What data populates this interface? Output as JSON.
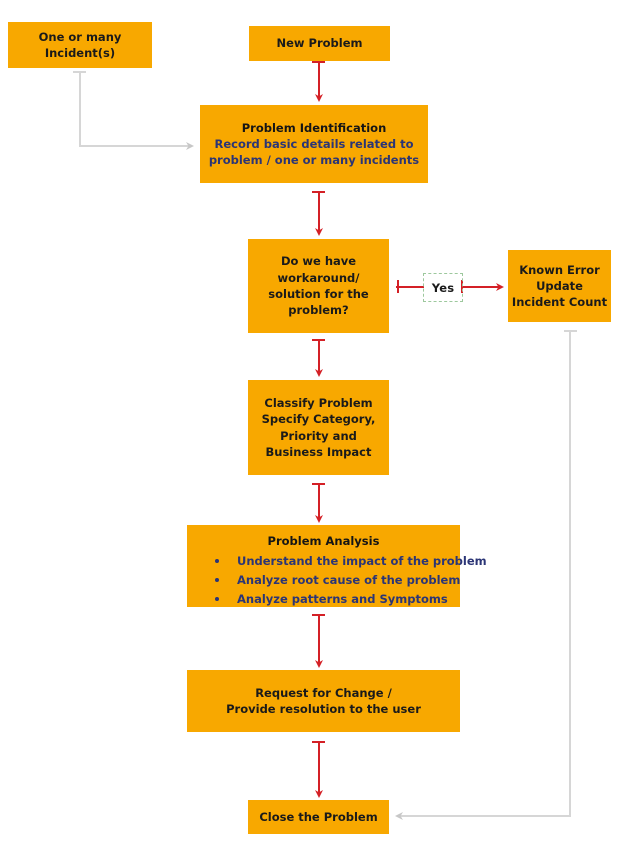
{
  "diagram": {
    "title": "Problem Management Process Flow",
    "colors": {
      "node_fill": "#f8a800",
      "primary_arrow": "#d42026",
      "secondary_arrow": "#cccccc",
      "heading_text": "#151515",
      "body_text": "#2b3576",
      "label_border": "#9dc89d"
    },
    "background": "#ffffff"
  },
  "nodes": {
    "incidents": {
      "label": "incident-source-box",
      "lines": [
        "One or many",
        "Incident(s)"
      ]
    },
    "new_problem": {
      "label": "new-problem-box",
      "lines": [
        "New Problem"
      ]
    },
    "problem_identification": {
      "label": "problem-identification-box",
      "title": "Problem Identification",
      "lines": [
        "Record basic details related to",
        "problem / one or many incidents"
      ]
    },
    "decision_workaround": {
      "label": "workaround-decision-box",
      "lines": [
        "Do we have",
        "workaround/",
        "solution for the",
        "problem?"
      ]
    },
    "known_error": {
      "label": "known-error-box",
      "lines": [
        "Known Error",
        "Update",
        "Incident Count"
      ]
    },
    "classify_problem": {
      "label": "classify-problem-box",
      "lines": [
        "Classify Problem",
        "Specify Category,",
        "Priority and",
        "Business Impact"
      ]
    },
    "problem_analysis": {
      "label": "problem-analysis-box",
      "title": "Problem Analysis",
      "bullets": [
        "Understand the impact of the problem",
        "Analyze root cause of the problem",
        "Analyze patterns and Symptoms"
      ]
    },
    "request_for_change": {
      "label": "request-for-change-box",
      "lines": [
        "Request for Change /",
        "Provide resolution to the user"
      ]
    },
    "close_problem": {
      "label": "close-problem-box",
      "lines": [
        "Close the Problem"
      ]
    }
  },
  "edge_labels": {
    "yes": "Yes"
  }
}
